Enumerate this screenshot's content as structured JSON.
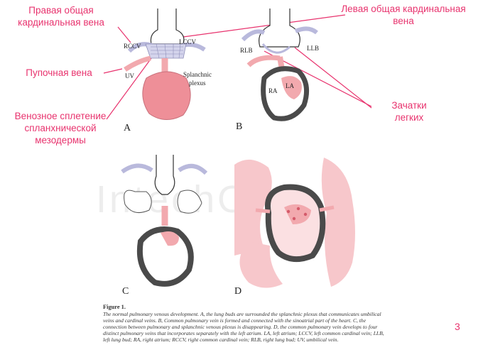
{
  "labels_ru": {
    "rccv": "Правая общая кардинальная вена",
    "lccv": "Левая общая кардинальная вена",
    "uv": "Пупочная вена",
    "plexus": "Венозное сплетение спланхнической мезодермы",
    "lung_buds": "Зачатки легких"
  },
  "panels": {
    "a": {
      "letter": "A",
      "rccv": "RCCV",
      "lccv": "LCCV",
      "uv": "UV",
      "splanchnic": "Splanchnic",
      "plexus": "plexus"
    },
    "b": {
      "letter": "B",
      "rlb": "RLB",
      "llb": "LLB",
      "ra": "RA",
      "la": "LA"
    },
    "c": {
      "letter": "C"
    },
    "d": {
      "letter": "D"
    }
  },
  "caption": {
    "title": "Figure 1.",
    "body": "The normal pulmonary venous development. A, the lung buds are surrounded the splanchnic plexus that communicates umbilical veins and cardinal veins. B, Common pulmonary vein is formed and connected with the sinoatrial part of the heart. C, the connection between pulmonary and splanchnic venous plexus is disappearing. D, the common pulmonary vein develops to four distinct pulmonary veins that incorporates separately with the left atrium. LA, left atrium; LCCV, left common cardinal vein; LLB, left lung bud; RA, right atrium; RCCV, right common cardinal vein; RLB, right lung bud; UV, umbilical vein."
  },
  "watermark": "IntechOpen",
  "slide_number": "3",
  "colors": {
    "accent": "#e8336e",
    "tissue": "#f2a9ae",
    "heart_wall": "#4a4a4a",
    "vein": "#b9b9dc"
  }
}
